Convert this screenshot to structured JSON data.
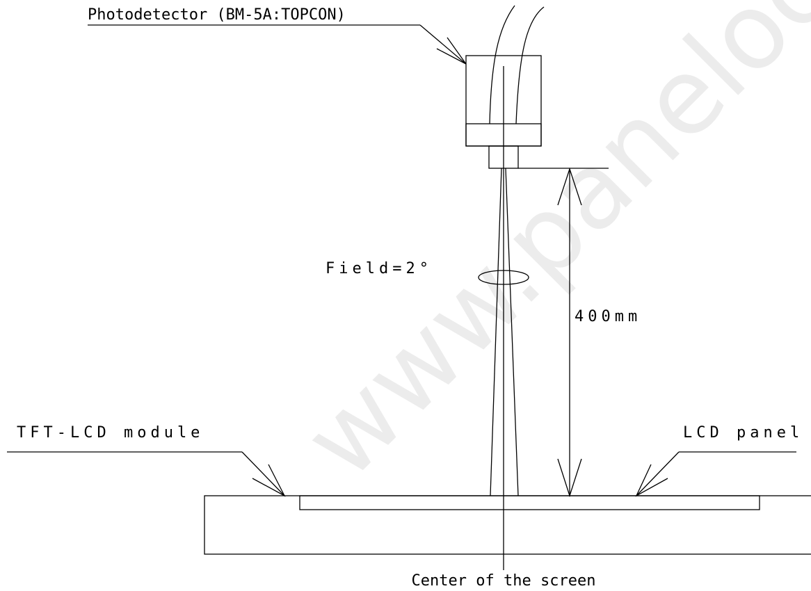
{
  "watermark": "www.panelook.com",
  "labels": {
    "photodetector": "Photodetector (BM-5A:TOPCON)",
    "field": "Field=2°",
    "distance": "400mm",
    "module": "TFT-LCD module",
    "panel": "LCD panel",
    "center": "Center of the screen"
  },
  "colors": {
    "line": "#000000",
    "watermark": "#bdbdbd",
    "background": "#ffffff"
  }
}
